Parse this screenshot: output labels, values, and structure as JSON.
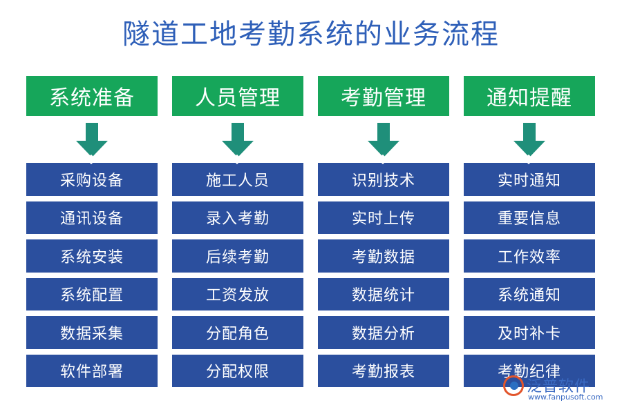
{
  "title": "隧道工地考勤系统的业务流程",
  "columns": [
    {
      "heading": "系统准备",
      "items": [
        "采购设备",
        "通讯设备",
        "系统安装",
        "系统配置",
        "数据采集",
        "软件部署"
      ]
    },
    {
      "heading": "人员管理",
      "items": [
        "施工人员",
        "录入考勤",
        "后续考勤",
        "工资发放",
        "分配角色",
        "分配权限"
      ]
    },
    {
      "heading": "考勤管理",
      "items": [
        "识别技术",
        "实时上传",
        "考勤数据",
        "数据统计",
        "数据分析",
        "考勤报表"
      ]
    },
    {
      "heading": "通知提醒",
      "items": [
        "实时通知",
        "重要信息",
        "工作效率",
        "系统通知",
        "及时补卡",
        "考勤纪律"
      ]
    }
  ],
  "logo": {
    "name": "泛普软件",
    "url": "www.fanpusoft.com"
  },
  "colors": {
    "title": "#2e5fb8",
    "heading_bg": "#16a65a",
    "item_bg": "#2b4f9e",
    "arrow": "#1f8f7a"
  }
}
